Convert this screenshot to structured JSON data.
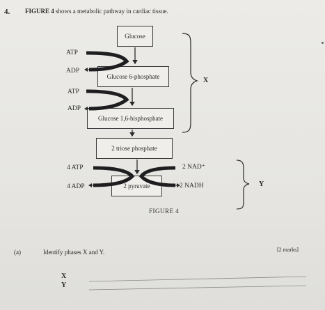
{
  "question": {
    "number": "4.",
    "prompt_figure": "FIGURE 4",
    "prompt_rest": " shows a metabolic pathway in cardiac tissue."
  },
  "diagram": {
    "glucose": "Glucose",
    "g6p": "Glucose 6-phosphate",
    "f16bp": "Glucose 1,6-bisphosphate",
    "triose": "2 triose phosphate",
    "pyruvate": "2 pyruvate",
    "atp1": "ATP",
    "adp1": "ADP",
    "atp2": "ATP",
    "adp2": "ADP",
    "atp4": "4 ATP",
    "adp4": "4 ADP",
    "nad": "2 NAD⁺",
    "nadh": "2 NADH",
    "label_x": "X",
    "label_y": "Y"
  },
  "figure_caption": "FIGURE 4",
  "part_a": {
    "label": "(a)",
    "question": "Identify phases X and Y.",
    "marks": "[2 marks]",
    "answer_x_label": "X",
    "answer_y_label": "Y"
  }
}
